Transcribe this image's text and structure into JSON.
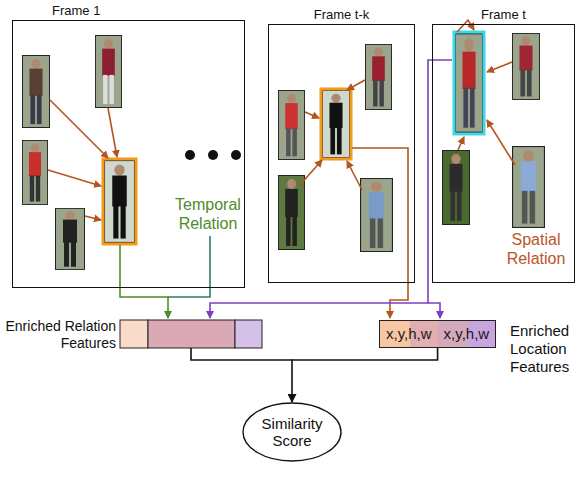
{
  "diagram": {
    "nodes": [
      {
        "text": [
          "Frame 1"
        ]
      },
      {
        "text": [
          "Frame t-k"
        ]
      },
      {
        "text": [
          "Frame t"
        ]
      },
      {
        "text": [
          "x,y,h,w",
          "x,y,h,w"
        ]
      },
      {
        "text": [
          "Similarity Score"
        ]
      }
    ],
    "edges": [
      {
        "from": 3,
        "to": 4,
        "arrow": "to"
      }
    ],
    "labels": [
      "Temporal Relation",
      "Spatial Relation",
      "Enriched Relation Features",
      "Enriched Location Features"
    ]
  }
}
